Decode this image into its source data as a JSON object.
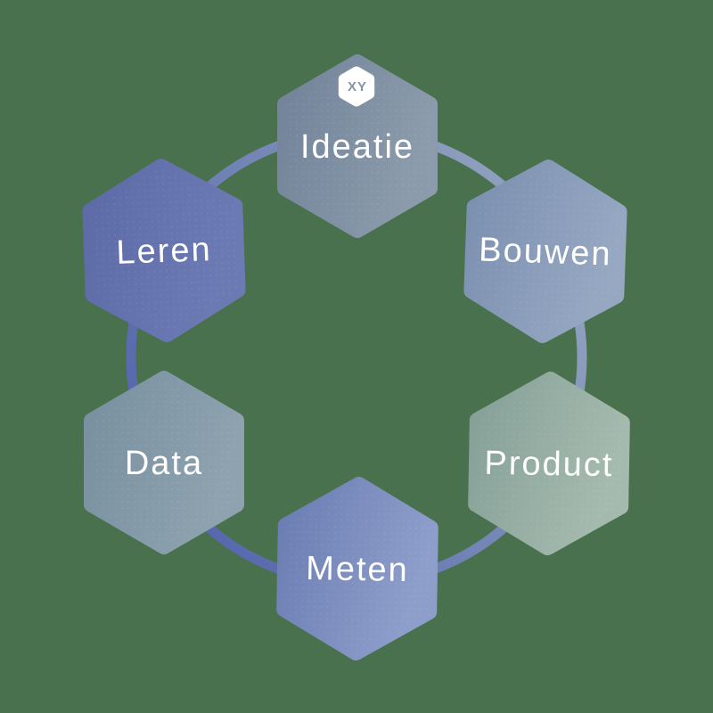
{
  "diagram": {
    "name": "Lean cycle hexagon diagram",
    "background_color": "#4a714d",
    "label_color": "#ffffff",
    "ring": {
      "gradient_from": "#5162ab",
      "gradient_to": "#94a5c0"
    },
    "badge": {
      "label": "XY",
      "background": "#ffffff",
      "text_color": "#8392a7"
    },
    "hexagons": [
      {
        "id": "ideatie",
        "label": "Ideatie",
        "color_from": "#72839a",
        "color_to": "#8b9bab"
      },
      {
        "id": "bouwen",
        "label": "Bouwen",
        "color_from": "#7b8fb0",
        "color_to": "#95a7c1"
      },
      {
        "id": "product",
        "label": "Product",
        "color_from": "#85a098",
        "color_to": "#a5baae"
      },
      {
        "id": "meten",
        "label": "Meten",
        "color_from": "#6a7db2",
        "color_to": "#8e9ecb"
      },
      {
        "id": "data",
        "label": "Data",
        "color_from": "#78909f",
        "color_to": "#8ea2af"
      },
      {
        "id": "leren",
        "label": "Leren",
        "color_from": "#5c6aa7",
        "color_to": "#6c7ab4"
      }
    ]
  }
}
